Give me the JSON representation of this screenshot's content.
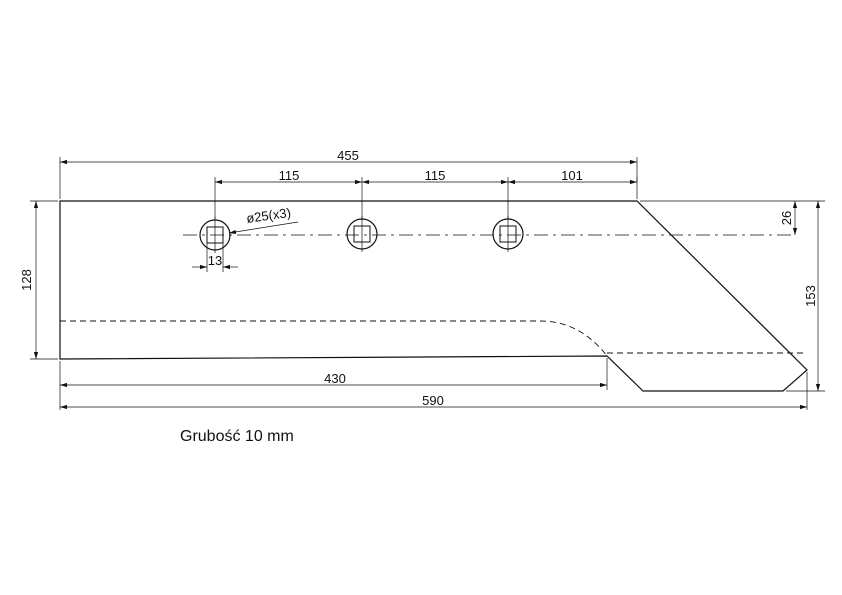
{
  "drawing": {
    "dimensions": {
      "overall_length": "590",
      "top_length": "455",
      "bottom_length": "430",
      "hole_spacing_1": "115",
      "hole_spacing_2": "115",
      "last_hole_to_corner": "101",
      "height_left": "128",
      "height_right": "153",
      "hole_offset_top": "26",
      "square_size": "13",
      "hole_spec": "ø25(x3)"
    },
    "note": "Grubość 10 mm"
  }
}
